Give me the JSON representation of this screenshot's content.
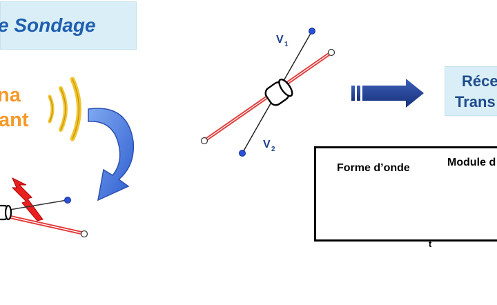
{
  "title": "e Sondage",
  "signal_label": [
    "na",
    "ant"
  ],
  "v1_label": "V",
  "v1_sub": "1",
  "v2_label": "V",
  "v2_sub": "2",
  "receiver_box": [
    "Réce",
    "Trans"
  ],
  "panel": {
    "waveform_title": "Forme d’onde",
    "spectrum_title": "Module d",
    "axis_t": "t"
  },
  "colors": {
    "title_blue": "#1f5fb0",
    "orange": "#f59a2a",
    "wave_yellow": "#f2c531",
    "arrow_blue": "#4a7fe0",
    "navy_arrow": "#1f3f8f",
    "red_line": "#e23a3a",
    "magenta_wave": "#e060e0",
    "green_trace": "#3a8a3a"
  },
  "icons": [
    "sound-waves-icon",
    "curved-arrow-icon",
    "lightning-bolt-icon",
    "antenna-cylinder-icon",
    "right-arrow-icon"
  ]
}
